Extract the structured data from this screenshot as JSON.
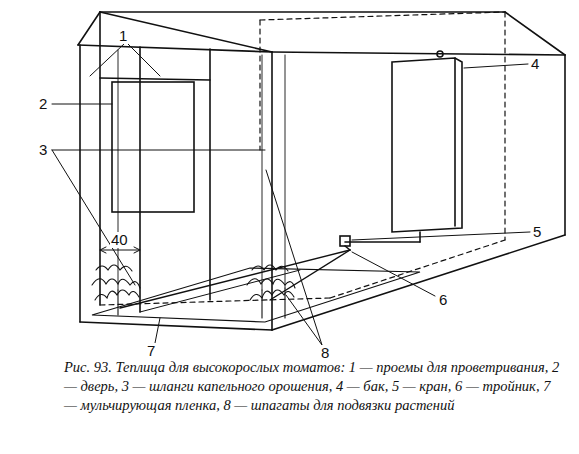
{
  "diagram": {
    "caption": "Рис. 93. Теплица для высокорослых томатов: 1 — проемы для проветривания, 2 — дверь, 3 — шланги капельного орошения, 4 — бак, 5 — кран, 6 — тройник, 7 — мульчирующая пленка, 8 — шпагаты для подвязки растений",
    "labels": [
      "1",
      "2",
      "3",
      "4",
      "5",
      "6",
      "7",
      "8",
      "40"
    ]
  }
}
